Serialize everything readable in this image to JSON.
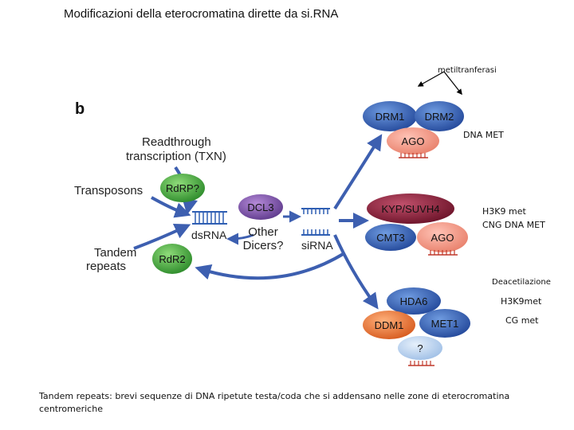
{
  "title": "Modificazioni della eterocromatina dirette da si.RNA",
  "panel_letter": "b",
  "sources": {
    "readthrough": "Readthrough",
    "readthrough2": "transcription (TXN)",
    "transposons": "Transposons",
    "tandem": "Tandem",
    "tandem2": "repeats"
  },
  "enzymes": {
    "rdrp": "RdRP?",
    "rdr2": "RdR2",
    "dcl3": "DCL3",
    "other_dicers": "Other",
    "other_dicers2": "Dicers?"
  },
  "molecules": {
    "dsrna": "dsRNA",
    "sirna": "siRNA"
  },
  "complexes": {
    "drm1": "DRM1",
    "drm2": "DRM2",
    "ago_top": "AGO",
    "kyp": "KYP/SUVH4",
    "cmt3": "CMT3",
    "ago_mid": "AGO",
    "hda6": "HDA6",
    "ddm1": "DDM1",
    "met1": "MET1",
    "unknown": "?"
  },
  "annotations": {
    "metiltranferasi": "metiltranferasi",
    "dna_met": "DNA MET",
    "h3k9_met": "H3K9 met",
    "cng_dna_met": "CNG DNA MET",
    "deacetilazione": "Deacetilazione",
    "h3k9met": "H3K9met",
    "cg_met": "CG met"
  },
  "caption": "Tandem repeats: brevi sequenze di DNA ripetute testa/coda che si addensano nelle zone di eterocromatina centromeriche",
  "colors": {
    "blue": "#2f5fb3",
    "green": "#3fa33a",
    "purple": "#7a4fa6",
    "maroon": "#8c1f3a",
    "salmon": "#f08a7a",
    "orange": "#e8702e",
    "light_blue": "#a9c8ea",
    "red_tick": "#c0392b"
  }
}
